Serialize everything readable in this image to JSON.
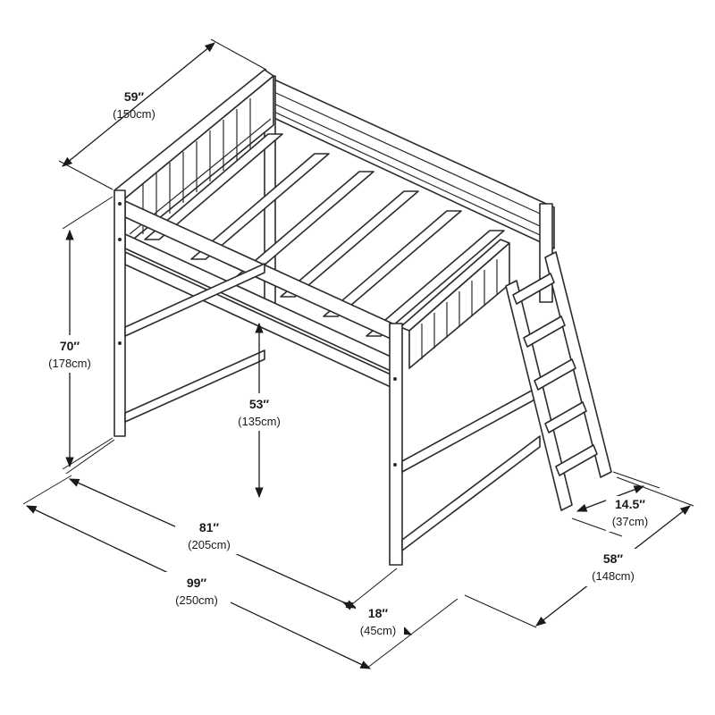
{
  "dimensions": {
    "width_top": {
      "main": "59″",
      "sub": "(150cm)"
    },
    "height": {
      "main": "70″",
      "sub": "(178cm)"
    },
    "clearance": {
      "main": "53″",
      "sub": "(135cm)"
    },
    "length_bed": {
      "main": "81″",
      "sub": "(205cm)"
    },
    "length_total": {
      "main": "99″",
      "sub": "(250cm)"
    },
    "ladder_offset": {
      "main": "18″",
      "sub": "(45cm)"
    },
    "ladder_depth": {
      "main": "14.5″",
      "sub": "(37cm)"
    },
    "width_total": {
      "main": "58″",
      "sub": "(148cm)"
    }
  },
  "colors": {
    "line": "#2b2b2b",
    "fill": "#ffffff"
  }
}
